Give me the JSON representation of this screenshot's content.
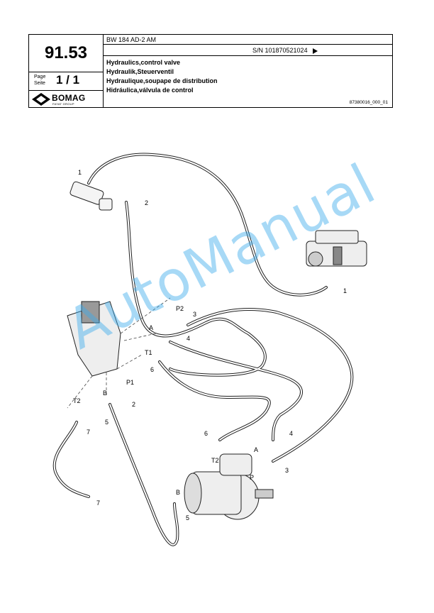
{
  "header": {
    "section_number": "91.53",
    "page_label_line1": "Page",
    "page_label_line2": "Seite",
    "page_value": "1 / 1",
    "logo_text": "BOMAG",
    "logo_sub": "FAYAT GROUP",
    "model": "BW 184 AD-2 AM",
    "serial": "S/N 101870521024",
    "titles": [
      "Hydraulics,control valve",
      "Hydraulik,Steuerventil",
      "Hydraulique,soupape de distribution",
      "Hidráulica,válvula de control"
    ],
    "doc_number": "87380016_000_01"
  },
  "callouts": [
    "1",
    "2",
    "1",
    "P2",
    "3",
    "A",
    "4",
    "T1",
    "6",
    "P1",
    "2",
    "B",
    "5",
    "T2",
    "7",
    "7",
    "6",
    "4",
    "A",
    "T2",
    "3",
    "P",
    "B",
    "5"
  ],
  "watermark": "AutoManual"
}
